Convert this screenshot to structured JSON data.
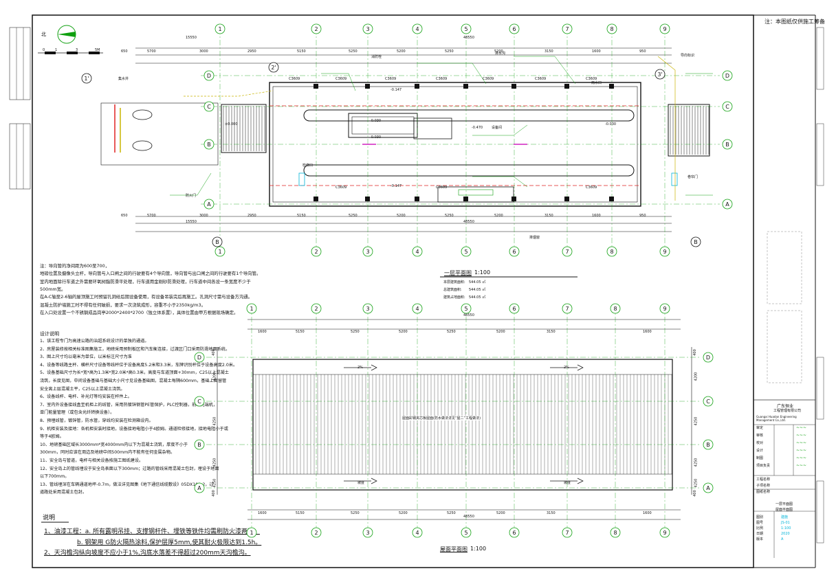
{
  "top_note": "注：本图纸仅供施工筹备",
  "north_label": "北",
  "scale_bar_labels": [
    "0",
    "1",
    "3",
    "5M"
  ],
  "plan1": {
    "title": "一层平面图",
    "scale": "1:100",
    "top_dims": [
      "15550",
      "48550"
    ],
    "seg_dims": [
      "650",
      "5700",
      "3000",
      "2950",
      "5150",
      "5250",
      "5200",
      "5250",
      "5200",
      "3150",
      "1600",
      "950"
    ],
    "col_labels_top": [
      "1",
      "2",
      "3",
      "4",
      "5",
      "6",
      "7",
      "8",
      "9"
    ],
    "col_labels_extra": [
      "1'",
      "2'",
      "3'"
    ],
    "row_labels": [
      "D",
      "C",
      "B",
      "A"
    ],
    "area_labels": [
      "本层建筑面积:",
      "总建筑面积:",
      "建筑占地面积:"
    ],
    "area_values": [
      "544.05  ㎡",
      "544.05  ㎡",
      "544.05  ㎡"
    ],
    "room_labels": [
      "C3609",
      "C3609",
      "C3609",
      "C3609",
      "C3609",
      "C3609",
      "C3609",
      "C3609",
      "C3609",
      "C3609"
    ],
    "elev_labels": [
      "±0.000",
      "-0.147",
      "-0.147",
      "-0.030",
      "-0.030",
      "-0.470",
      "-0.030"
    ],
    "callouts": [
      "集水井",
      "消防栓",
      "排水沟",
      "导向标识",
      "设备间",
      "雨水口",
      "检修口",
      "防火门",
      "卷帘门",
      "排烟窗"
    ]
  },
  "plan2": {
    "title": "屋面平面图",
    "scale": "1:100",
    "total_dim": "48550",
    "seg_dims": [
      "1600",
      "5150",
      "5250",
      "5200",
      "5250",
      "5200",
      "3150",
      "1600"
    ],
    "side_dims": [
      "400",
      "4200",
      "4250",
      "4250",
      "4250",
      "400"
    ],
    "center_note": "屋面彩钢夹芯板屋面(防水做法详见“屋二”工程做法)",
    "slope_labels": [
      "2%",
      "坡度"
    ]
  },
  "notes_block": [
    "注：导向管的净间距为600至700，",
    "地磅位置及摄像头立杆，导向管与入口闸之间的行驶要有4个导向管，导向管与出口闸之间的行驶要有1个导向管。",
    "室内地面除行车道之外需要环氧树脂防滑平处理，行车道用金刚砂防滑处理，行车道中间各设一条宽度不少于",
    "500mm宽。",
    "在A-C轴至2-6轴的屋顶施工时预留孔洞给后期设备使用，有设备吊装完后再施工。孔洞尺寸需与设备方沟通。",
    "混凝土防护墙施工时不得有任何破损，要求一次浇筑成形，容重不小于2350kg/m3。",
    "在入口处设置一个不锈钢成品岗亭2000*2400*2700（独立体系置），具体位置由甲方根据现场确定。"
  ],
  "design_notes_title": "设计说明",
  "design_notes": [
    "1、该工程专门为高速公路的治超系统设计的单独的通道。",
    "2、房屋装修按相关标准图集施工，地磅采用预制板区和汽车衡连接，过渡区门口采用防滑地面系统。",
    "3、图上尺寸均以毫米为单位，以米标注尺寸为准",
    "4、设备等线路主杆、横杆尺寸设备等线杆位于设备高度5.2米和3.3米，车牌识别杆位于设备高度2.0米。",
    "5、设备基础尺寸为长*宽*高为1.3米*宽2.0米*高0.3米，高度与车道顶面+30mm，C25以上混凝土",
    "   浇筑，长度见图，中间设备基础与基础大小尺寸见设备基础图，混凝土每隔600mm，基础上面留管",
    "   安全离上层混凝土平，C25以上混凝土浇筑。",
    "6、设备线杆、电杆、补光灯等均安装在杆件上。",
    "7、室内外设备接线盒至机柜上的线管，采用热镀锌钢管PE管保护，PLC控制器，前端光端机，",
    "   单门能量管理（或包含光纤转换设备）。",
    "8、预埋线管，镀锌管，防水管，穿线均安装在检测箱设内。",
    "9、机柜安装及接地：各机柜安装时接地，设备接地电阻小于4欧姆。通道检修接地，接地电阻小于或",
    "   等于4欧姆。",
    "10、地磅基础区域长3000mm*宽4000mm内以下为混凝土浇筑，厚度不小于",
    "    300mm，同时应该在周边及地磅中间500mm内不能有任何金属杂物。",
    "11、安全岛与管道，电杆与相关设备按施工图纸建设。",
    "12、安全岛上的管线埋设于安全岛表面以下300mm；过路的管线采用混凝土包封，埋设于地面",
    "    以下700mm。",
    "13、管线埋深在车辆通道地坪-0.7m，做法详见图集《地下通信线缆敷设》05DX101-2，过",
    "    道路处采用混凝土包封。"
  ],
  "remarks_title": "说明",
  "remarks": [
    "1、油漆工程：a. 所有露明吊挂、支撑钢杆件、埋铁等铁件均需刷防火漆两道。",
    "b. 钢架用 G防火隔热涂料,保护层厚5mm,使其耐火极限达到1.5h。",
    "2、天沟檐沟纵向坡度不应小于1%,沟底水落差不得超过200mm天沟檐沟。"
  ],
  "title_block": {
    "company_cn": "广东恒业",
    "company_sub": "工程管理有限公司",
    "company_en": "Guangxi Huadan Engineering Management Co.,Ltd.",
    "roles": [
      "审定",
      "审核",
      "校对",
      "设计",
      "制图",
      "项目负责"
    ],
    "project_labels": [
      "工程名称",
      "子项名称",
      "图纸名称"
    ],
    "drawing_name_1": "一层平面图",
    "drawing_name_2": "屋面平面图",
    "footer_labels": [
      "图别",
      "图号",
      "比例",
      "日期",
      "版本"
    ],
    "footer_values": [
      "建施",
      "JS-01",
      "1:100",
      "2020",
      "A"
    ]
  },
  "colors": {
    "axis_green": "#10a010",
    "cyan": "#00b4d8",
    "red": "#e02020",
    "magenta": "#d020c0",
    "yellow": "#c8b400",
    "ink": "#111111"
  }
}
